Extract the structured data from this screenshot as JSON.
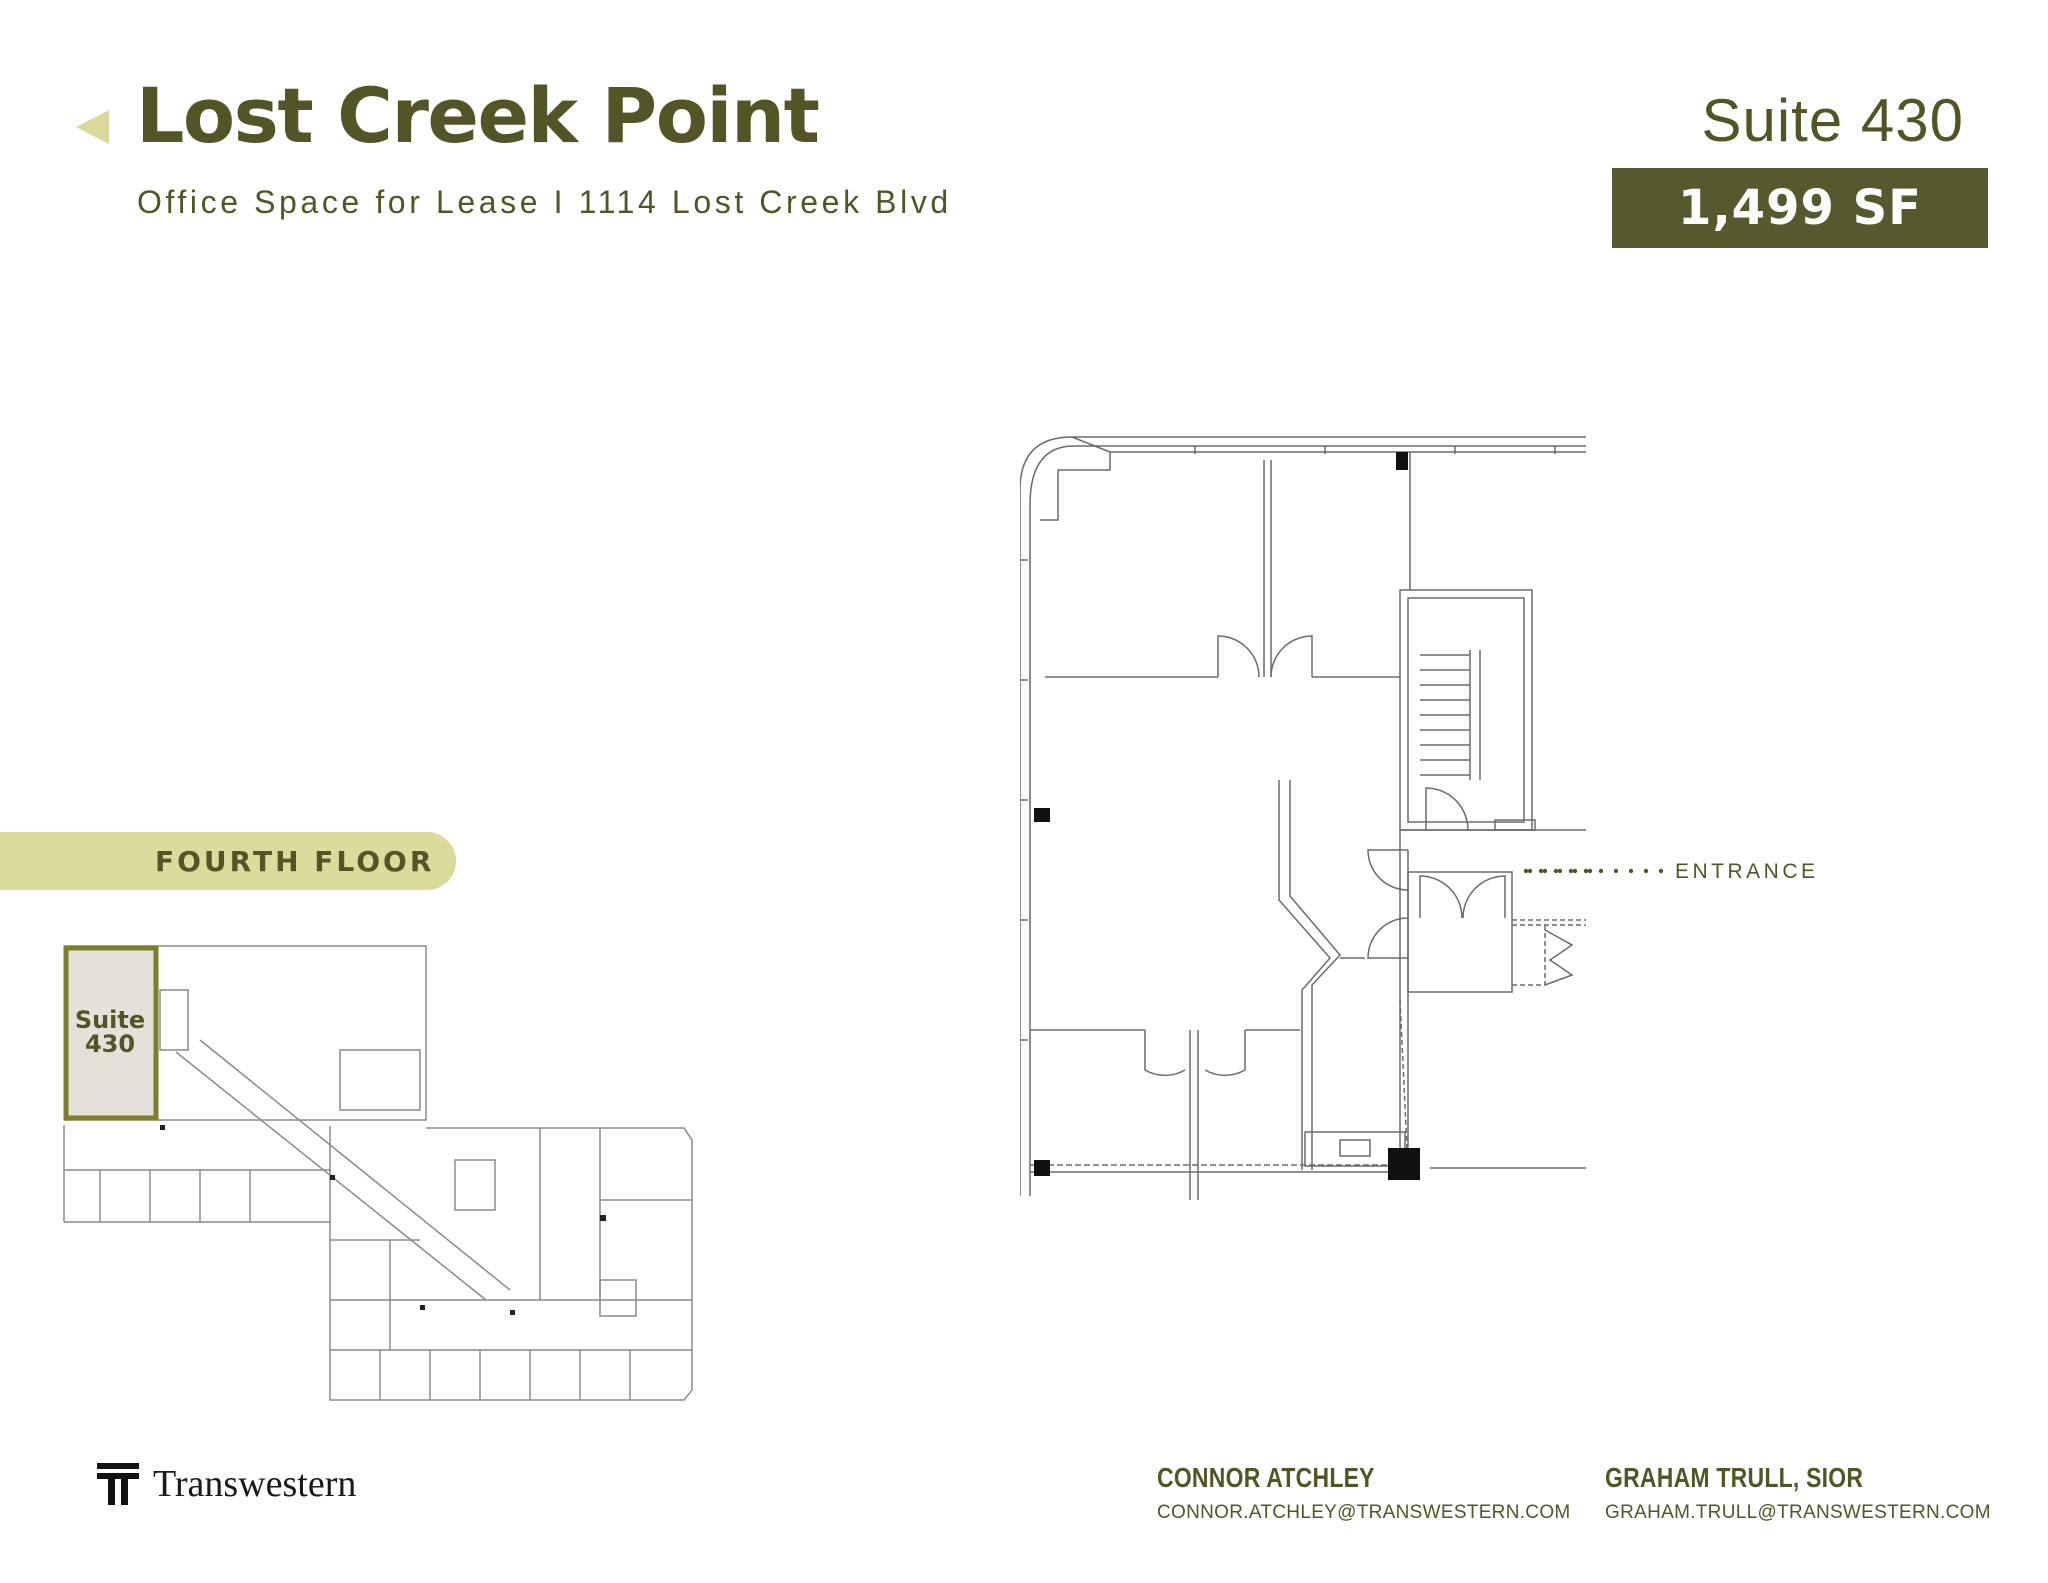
{
  "header": {
    "title": "Lost Creek Point",
    "subtitle": "Office Space for Lease I 1114 Lost Creek Blvd",
    "suite_title": "Suite 430",
    "area_badge": "1,499 SF"
  },
  "key_plan": {
    "floor_label": "FOURTH FLOOR",
    "highlight_label_line1": "Suite",
    "highlight_label_line2": "430",
    "highlight_color": "#e4e1da",
    "accent_color": "#7d7d2a"
  },
  "floor_plan": {
    "entrance_label": "ENTRANCE"
  },
  "brand": {
    "name": "Transwestern",
    "icon": "transwestern-logo-icon"
  },
  "contacts": [
    {
      "name": "CONNOR ATCHLEY",
      "email": "CONNOR.ATCHLEY@TRANSWESTERN.COM"
    },
    {
      "name": "GRAHAM TRULL, SIOR",
      "email": "GRAHAM.TRULL@TRANSWESTERN.COM"
    }
  ],
  "colors": {
    "primary": "#545527",
    "badge_bg": "#58582e",
    "pill_bg": "#dcdb9c"
  }
}
